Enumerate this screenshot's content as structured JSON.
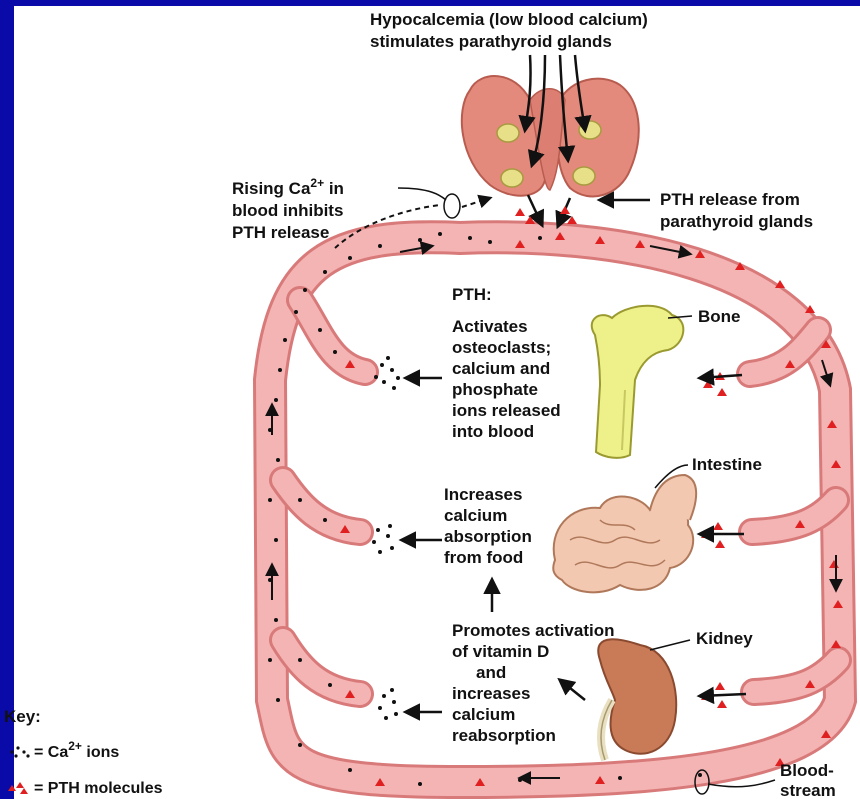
{
  "top_label": [
    "Hypocalcemia (low blood calcium)",
    "stimulates parathyroid glands"
  ],
  "inhibit_label": {
    "line1_prefix": "Rising Ca",
    "line1_sup": "2+",
    "line1_suffix": " in",
    "line2": "blood inhibits",
    "line3": "PTH release"
  },
  "release_label": [
    "PTH release from",
    "parathyroid glands"
  ],
  "pth_heading": "PTH:",
  "bone_effect": [
    "Activates",
    "osteoclasts;",
    "calcium and",
    "phosphate",
    "ions released",
    "into blood"
  ],
  "intestine_effect": [
    "Increases",
    "calcium",
    "absorption",
    "from food"
  ],
  "kidney_effect": [
    "Promotes activation",
    "of vitamin D",
    "and",
    "increases",
    "calcium",
    "reabsorption"
  ],
  "organs": {
    "bone": "Bone",
    "intestine": "Intestine",
    "kidney": "Kidney",
    "bloodstream": [
      "Blood-",
      "stream"
    ]
  },
  "key": {
    "title": "Key:",
    "ca_prefix": "= Ca",
    "ca_sup": "2+",
    "ca_suffix": " ions",
    "pth": "= PTH molecules"
  },
  "colors": {
    "background": "#0a0aa8",
    "vessel": "#f2a3a3",
    "vessel_edge": "#d97a7a",
    "pth": "#e02020",
    "bone": "#f0f08a",
    "gland": "#e48a7c",
    "kidney": "#c97a56"
  }
}
